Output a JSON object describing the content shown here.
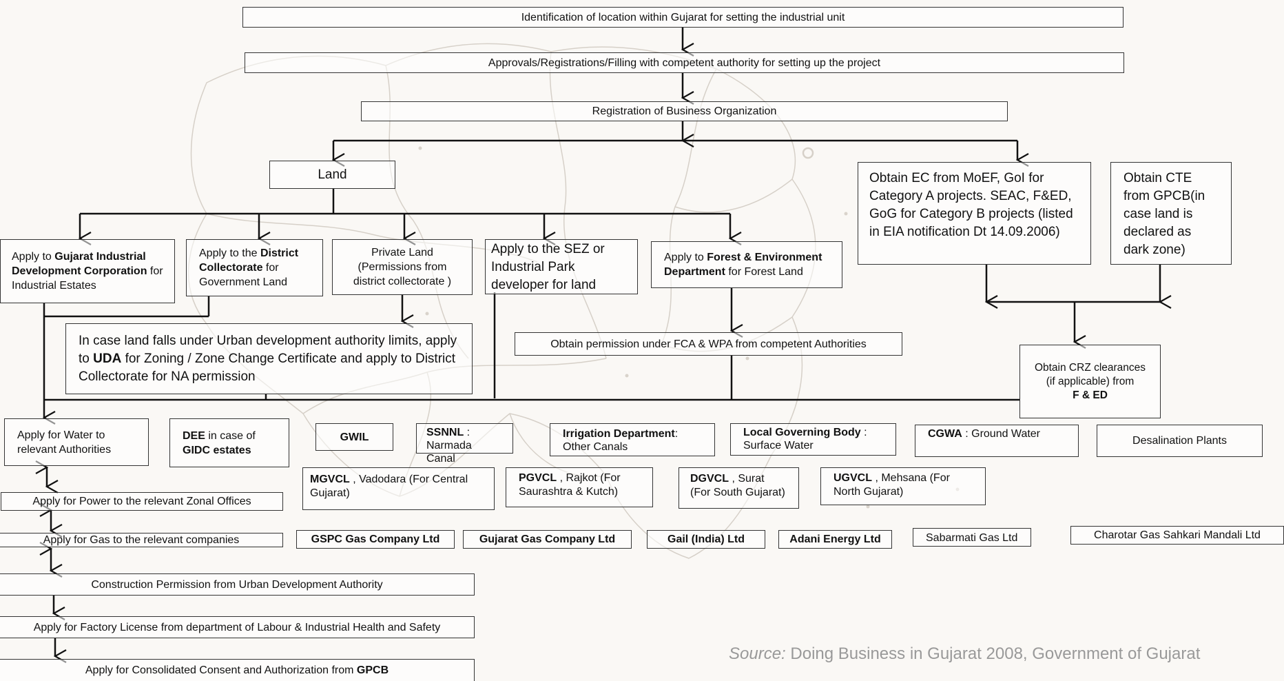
{
  "steps": {
    "identification": "Identification of location within Gujarat for setting the industrial unit",
    "approvals": "Approvals/Registrations/Filling with competent authority for setting up the project",
    "registration": "Registration of Business Organization",
    "land": "Land"
  },
  "environment": {
    "ec": "Obtain EC from MoEF, GoI for Category A projects. SEAC, F&ED, GoG for Category B projects (listed in EIA notification Dt 14.09.2006)",
    "cte": "Obtain CTE from GPCB(in case land is declared as dark zone)",
    "crz_text": "Obtain CRZ clearances (if applicable) from",
    "crz_bold": "F & ED"
  },
  "land_options": {
    "gidc_pre": "Apply to ",
    "gidc_bold": "Gujarat Industrial Development Corporation",
    "gidc_post": " for Industrial Estates",
    "collectorate_pre": "Apply to the ",
    "collectorate_bold": "District Collectorate",
    "collectorate_post": " for Government Land",
    "private": "Private Land (Permissions from district collectorate )",
    "sez": "Apply to the SEZ or Industrial Park developer for land",
    "forest_pre": "Apply to ",
    "forest_bold": "Forest & Environment Department",
    "forest_post": " for Forest Land"
  },
  "uda": {
    "pre": "In case land falls under Urban development authority limits, apply to ",
    "bold": "UDA",
    "post": " for Zoning / Zone Change Certificate and apply to District Collectorate for NA permission"
  },
  "fca": "Obtain permission under FCA & WPA from competent Authorities",
  "water": {
    "apply": "Apply for Water to relevant Authorities",
    "dee_bold": "DEE",
    "dee_mid": " in case of ",
    "dee_bold2": "GIDC estates",
    "gwil": "GWIL",
    "ssnnl_bold": "SSNNL",
    "ssnnl_post": " : Narmada Canal",
    "irrigation_bold": "Irrigation Department",
    "irrigation_post": ": Other Canals",
    "local_bold": "Local Governing Body",
    "local_post": " : Surface Water",
    "cgwa_bold": "CGWA",
    "cgwa_post": " : Ground Water",
    "desal": "Desalination Plants"
  },
  "power": {
    "apply": "Apply for Power to the relevant Zonal Offices",
    "mgvcl_bold": "MGVCL",
    "mgvcl_post": " , Vadodara (For Central Gujarat)",
    "pgvcl_bold": "PGVCL",
    "pgvcl_post": " , Rajkot (For Saurashtra & Kutch)",
    "dgvcl_bold": "DGVCL",
    "dgvcl_post": " , Surat (For South Gujarat)",
    "ugvcl_bold": "UGVCL",
    "ugvcl_post": " , Mehsana (For North Gujarat)"
  },
  "gas": {
    "apply": "Apply for Gas to the relevant companies",
    "companies": [
      "GSPC Gas Company Ltd",
      "Gujarat Gas Company Ltd",
      "Gail (India) Ltd",
      "Adani Energy Ltd",
      "Sabarmati Gas Ltd",
      "Charotar Gas Sahkari Mandali Ltd"
    ]
  },
  "final": {
    "construction": "Construction Permission from Urban Development Authority",
    "factory": "Apply for Factory License from department of Labour & Industrial Health and Safety",
    "consent_pre": "Apply for Consolidated Consent and Authorization from ",
    "consent_bold": "GPCB"
  },
  "source": {
    "label": "Source:",
    "text": " Doing Business in Gujarat 2008, Government of Gujarat"
  }
}
